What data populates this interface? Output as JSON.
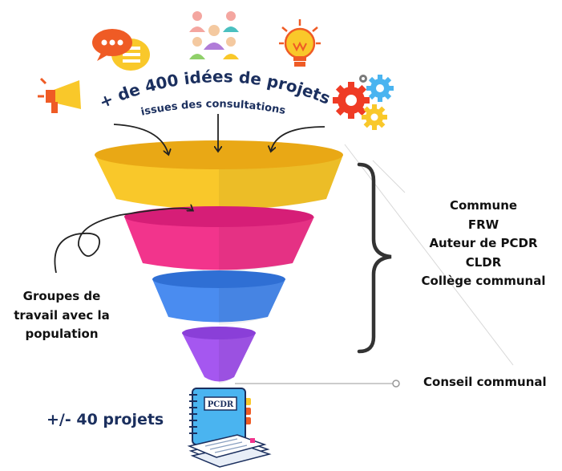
{
  "headline": {
    "main": "+ de 400 idées de projets",
    "sub": "issues des consultations"
  },
  "stakeholders": [
    "Commune",
    "FRW",
    "Auteur de PCDR",
    "CLDR",
    "Collège communal"
  ],
  "working_groups": [
    "Groupes de",
    "travail avec la",
    "population"
  ],
  "final_step": "Conseil communal",
  "outcome": "+/- 40 projets",
  "pcdr_label": "PCDR",
  "funnel_colors": {
    "tier1": "#f9c82a",
    "tier2": "#f2348c",
    "tier3": "#4a8cf0",
    "tier4": "#a557f0"
  },
  "icons": [
    "megaphone-icon",
    "chat-bubbles-icon",
    "people-group-icon",
    "lightbulb-icon",
    "gears-icon",
    "pcdr-notebook-icon",
    "documents-icon"
  ]
}
